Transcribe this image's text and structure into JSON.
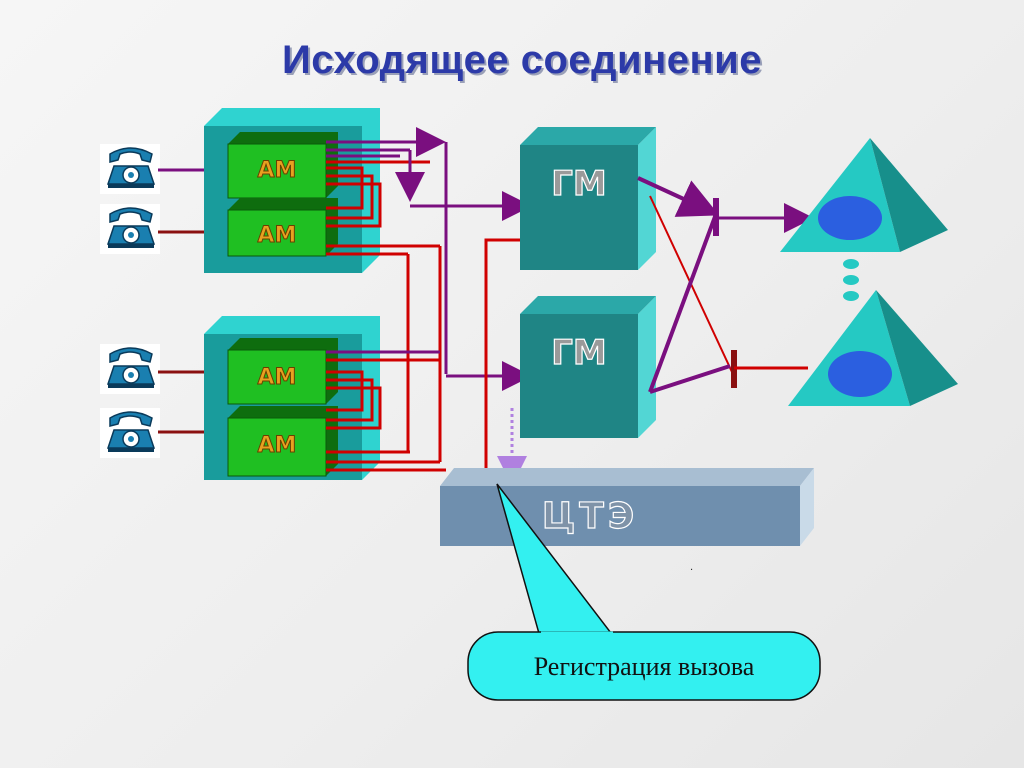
{
  "title": "Исходящее соединение",
  "labels": {
    "am": "AM",
    "gm": "ГМ",
    "cte": "ЦТЭ",
    "callout": "Регистрация вызова",
    "dot": "."
  },
  "icons": {
    "phone": "telephone-icon"
  },
  "colors": {
    "title": "#2c3aa8",
    "am_box": "#1fbf22",
    "am_text": "#e8a020",
    "module_block": "#199c9c",
    "gm_block": "#1f8585",
    "cte_block": "#6f8fae",
    "signal_line": "#7a0f7f",
    "voice_line": "#d00000",
    "triangle": "#25c9c3",
    "ellipse": "#2b5fe0",
    "callout": "#33f0f0"
  }
}
